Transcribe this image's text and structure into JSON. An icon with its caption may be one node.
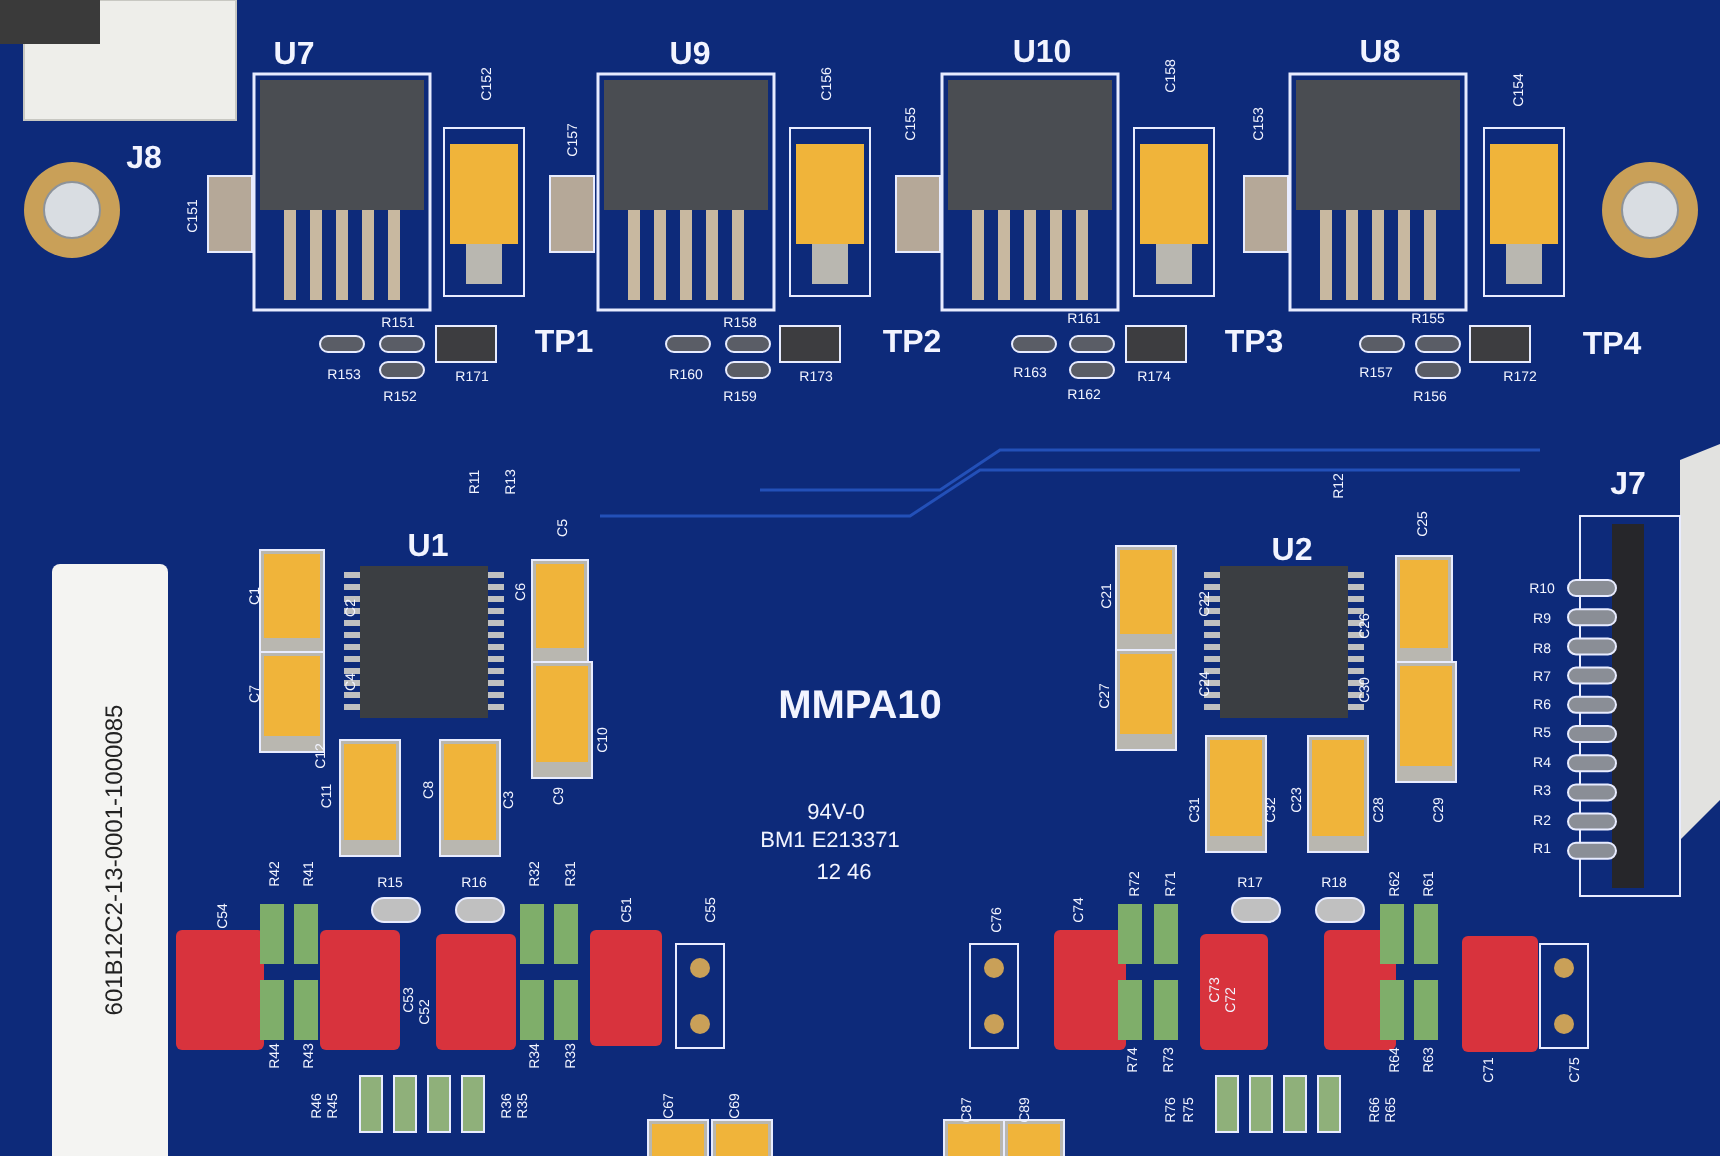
{
  "diagram": {
    "labels": [
      "U7",
      "U9",
      "U10",
      "U8",
      "C152",
      "C157",
      "C156",
      "C155",
      "C158",
      "C153",
      "C154",
      "J8",
      "C151",
      "R151",
      "R158",
      "R161",
      "R155",
      "TP1",
      "TP2",
      "TP3",
      "TP4",
      "R153",
      "R171",
      "R160",
      "R173",
      "R163",
      "R174",
      "R157",
      "R172",
      "R152",
      "R159",
      "R162",
      "R156",
      "R11",
      "R13",
      "R12",
      "J7",
      "U1",
      "U2",
      "C5",
      "C25",
      "C1",
      "C2",
      "C6",
      "C21",
      "C22",
      "C26",
      "R10",
      "R9",
      "R8",
      "R7",
      "R6",
      "R5",
      "R4",
      "R3",
      "R2",
      "R1",
      "C7",
      "C4",
      "C27",
      "C24",
      "C30",
      "MMPA10",
      "C10",
      "C12",
      "C11",
      "C8",
      "C3",
      "C9",
      "94V-0",
      "C31",
      "C32",
      "C23",
      "C28",
      "C29",
      "BM1 E213371",
      "12 46",
      "601B12C2-13-0001-1000085",
      "R42",
      "R41",
      "R15",
      "R16",
      "R32",
      "R31",
      "C54",
      "C51",
      "C55",
      "C53",
      "C52",
      "R44",
      "R43",
      "R34",
      "R33",
      "R46",
      "R45",
      "R36",
      "R35",
      "C67",
      "C69",
      "C76",
      "C74",
      "R72",
      "R71",
      "R17",
      "R18",
      "R62",
      "R61",
      "C73",
      "C72",
      "R74",
      "R73",
      "R64",
      "R63",
      "C71",
      "C75",
      "C87",
      "C89",
      "R76",
      "R75",
      "R66",
      "R65"
    ]
  }
}
